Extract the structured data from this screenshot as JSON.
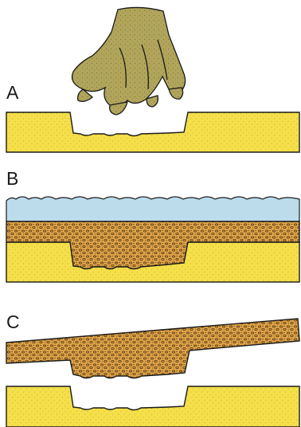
{
  "panels": [
    {
      "label": "A"
    },
    {
      "label": "B"
    },
    {
      "label": "C"
    }
  ],
  "colors": {
    "sand": "#f5e04a",
    "sand_speckle": "#b89a2a",
    "sediment": "#e0a347",
    "sediment_pebble": "#3a2a10",
    "water": "#bcdcec",
    "outline": "#1a1a1a",
    "foot": "#b0a55a",
    "background": "#ffffff"
  },
  "icons": {
    "foot": "dinosaur-foot-icon"
  }
}
